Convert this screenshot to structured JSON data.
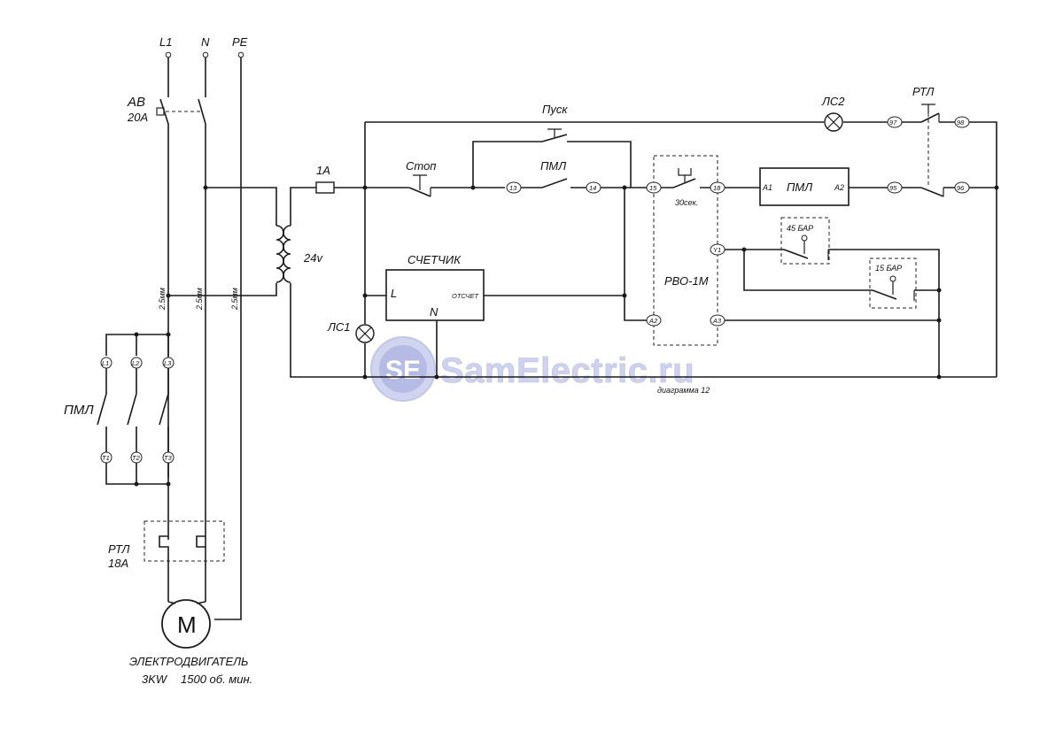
{
  "supply": {
    "l1": "L1",
    "n": "N",
    "pe": "PE"
  },
  "breaker": {
    "name": "АВ",
    "rating": "20А"
  },
  "cable": {
    "size": "2.5мм"
  },
  "contactor_main": {
    "name": "ПМЛ",
    "in_terms": [
      "L1",
      "L2",
      "L3"
    ],
    "out_terms": [
      "T1",
      "T2",
      "T3"
    ]
  },
  "thermal_relay_main": {
    "name": "РТЛ",
    "rating": "18А"
  },
  "motor": {
    "symbol": "M",
    "caption": "ЭЛЕКТРОДВИГАТЕЛЬ",
    "power": "3KW",
    "speed": "1500 об. мин."
  },
  "transformer": {
    "voltage": "24v"
  },
  "fuse": {
    "rating": "1А"
  },
  "buttons": {
    "stop": "Стоп",
    "start": "Пуск"
  },
  "contactor_control": {
    "name": "ПМЛ",
    "a1": "A1",
    "a2": "A2"
  },
  "aux_contact": {
    "name": "ПМЛ",
    "t13": "13",
    "t14": "14"
  },
  "lamps": {
    "ls1": "ЛС1",
    "ls2": "ЛС2"
  },
  "thermal_relay_control": {
    "name": "РТЛ",
    "t97": "97",
    "t98": "98",
    "t95": "95",
    "t96": "96"
  },
  "counter": {
    "name": "СЧЕТЧИК",
    "l": "L",
    "n": "N",
    "out": "ОТСЧЕТ"
  },
  "relay": {
    "name": "РВО-1М",
    "delay": "30сек.",
    "t15": "15",
    "t18": "18",
    "y1": "Y1",
    "a2": "A2",
    "a3": "A3"
  },
  "pressure": {
    "high": "45 БАР",
    "low": "15 БАР"
  },
  "watermark": {
    "logo": "SE",
    "site": "SamElectric.ru"
  },
  "caption": "диаграмма 12"
}
